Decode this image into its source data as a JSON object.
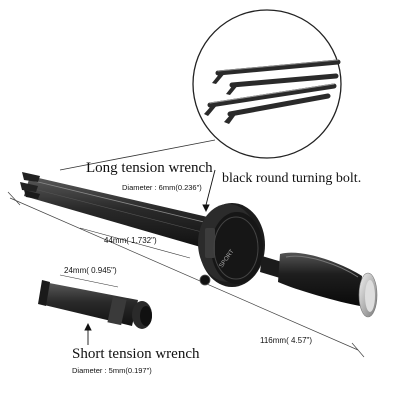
{
  "labels": {
    "long_wrench_title": "Long tension wrench",
    "long_wrench_diameter": "Diameter : 6mm(0.236\")",
    "turning_bolt": "black round turning bolt.",
    "short_wrench_title": "Short tension wrench",
    "short_wrench_diameter": "Diameter : 5mm(0.197\")"
  },
  "dimensions": {
    "shaft_length": "44mm( 1.732\")",
    "short_length": "24mm( 0.945\")",
    "total_length": "116mm( 4.57\")"
  },
  "engraving": "SPORT",
  "colors": {
    "metal_dark": "#2b2b2b",
    "metal_mid": "#4a4a4a",
    "chrome": "#c9c9c9"
  }
}
